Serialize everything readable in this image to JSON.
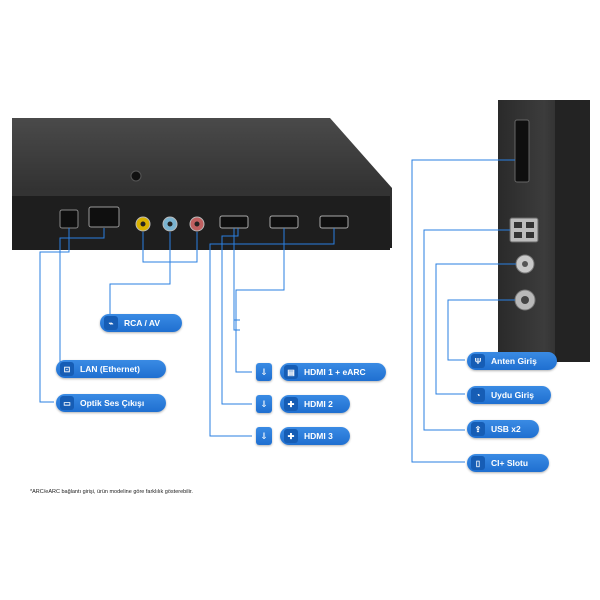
{
  "labels": {
    "rca": "RCA / AV",
    "lan": "LAN (Ethernet)",
    "optik": "Optik Ses Çıkışı",
    "hdmi1": "HDMI 1 + eARC",
    "hdmi2": "HDMI 2",
    "hdmi3": "HDMI 3",
    "anten": "Anten Giriş",
    "uydu": "Uydu Giriş",
    "usb": "USB x2",
    "ci": "CI+ Slotu"
  },
  "footnote": "*ARC/eARC bağlantı girişi, ürün modeline göre farklılık gösterebilir.",
  "colors": {
    "accent": "#2a7fe0",
    "line": "#2a7fe0",
    "panel": "#2b2b2b"
  },
  "icons": {
    "rca": "rca-plug-icon",
    "lan": "ethernet-icon",
    "optik": "optical-icon",
    "hdmi1": "soundbar-icon",
    "hdmi2": "gamepad-icon",
    "hdmi3": "gamepad-icon",
    "anten": "antenna-icon",
    "uydu": "satellite-dish-icon",
    "usb": "usb-icon",
    "ci": "ci-card-icon"
  }
}
